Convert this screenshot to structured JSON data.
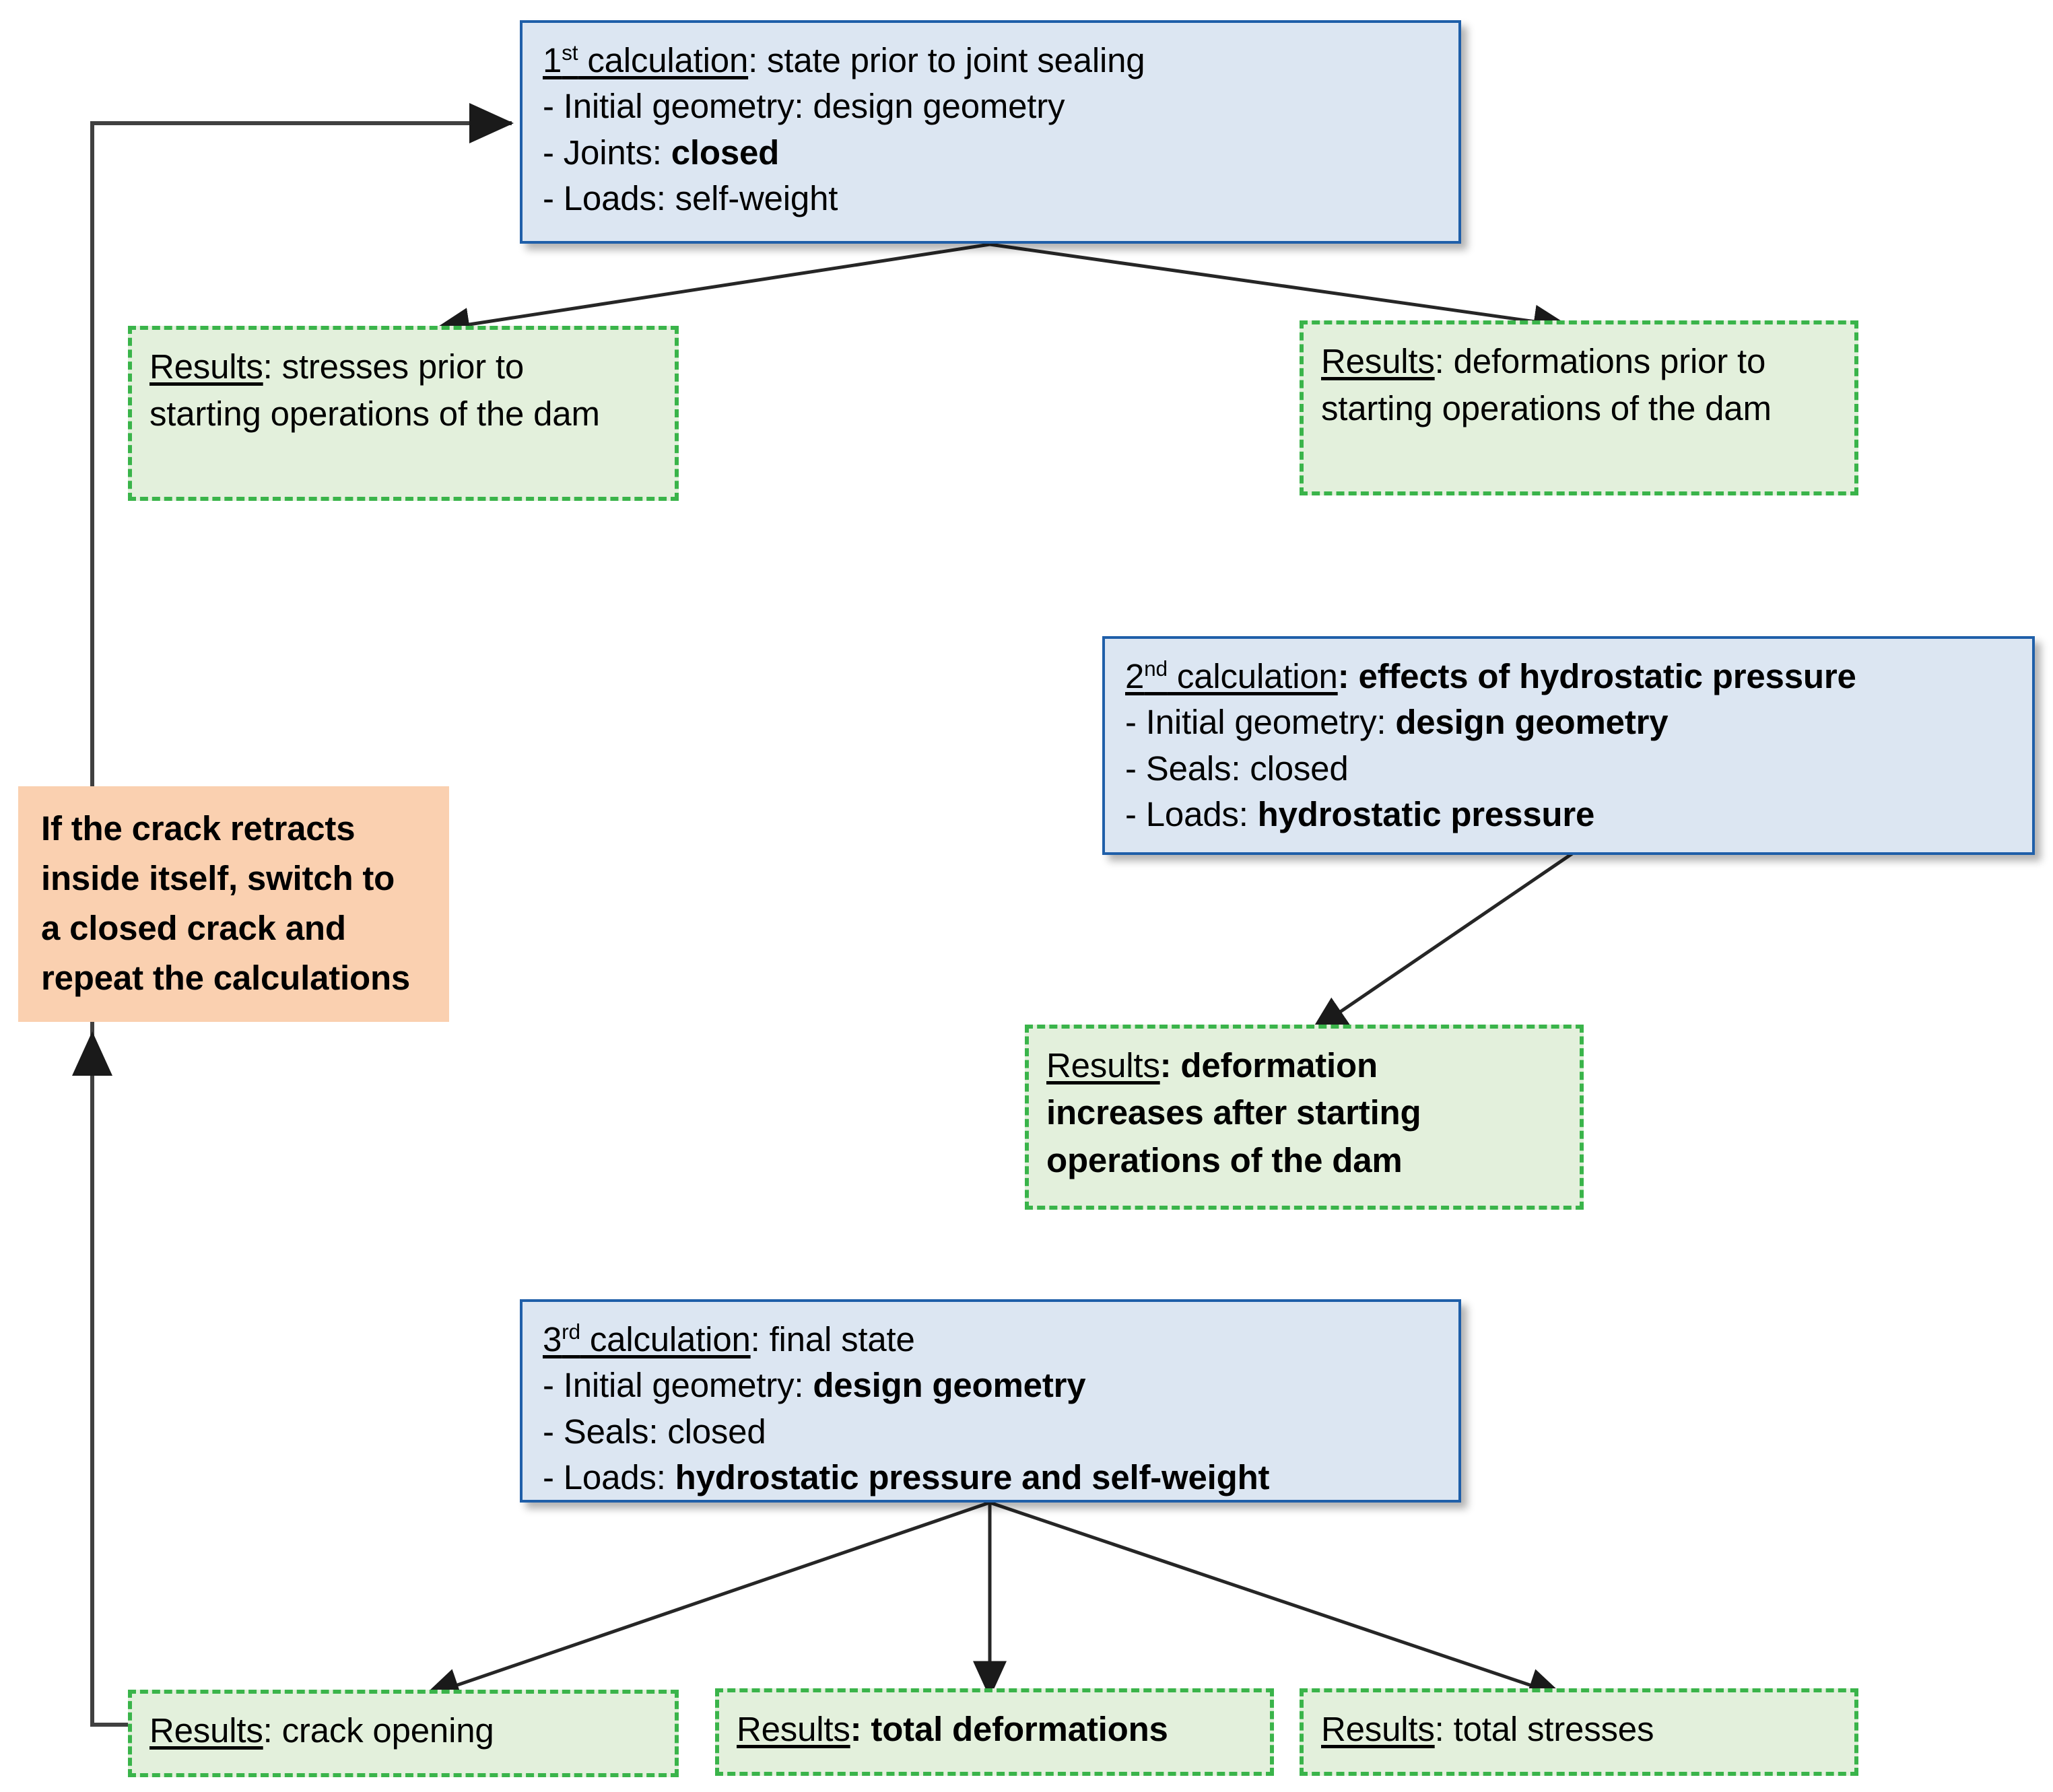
{
  "diagram": {
    "title": "Dam joint-sealing calculation workflow",
    "colors": {
      "calc_fill": "#dce6f2",
      "calc_border": "#1f5fa9",
      "result_fill": "#e3f0dc",
      "result_border": "#3ab44a",
      "note_fill": "#fad0b0",
      "edge": "#404040"
    }
  },
  "calc1": {
    "heading_label": "1",
    "heading_sup": "st",
    "heading_rest": " calculation",
    "heading_value": ": state prior to joint sealing",
    "bullets": [
      {
        "label": "- Initial geometry: ",
        "value": "design geometry",
        "bold": false
      },
      {
        "label": "- Joints: ",
        "value": "closed",
        "bold": true
      },
      {
        "label": "- Loads: ",
        "value": "self-weight",
        "bold": false
      }
    ]
  },
  "calc2": {
    "heading_label": "2",
    "heading_sup": "nd",
    "heading_rest": " calculation",
    "heading_value": ": effects of hydrostatic pressure",
    "heading_value_bold": true,
    "bullets": [
      {
        "label": "- Initial geometry: ",
        "value": "design geometry",
        "bold": true
      },
      {
        "label": "- Seals: ",
        "value": "closed",
        "bold": false
      },
      {
        "label": "- Loads: ",
        "value": "hydrostatic pressure",
        "bold": true
      }
    ]
  },
  "calc3": {
    "heading_label": "3",
    "heading_sup": "rd",
    "heading_rest": " calculation",
    "heading_value": ": final state",
    "heading_value_bold": false,
    "bullets": [
      {
        "label": "- Initial geometry: ",
        "value": "design geometry",
        "bold": true
      },
      {
        "label": "- Seals: ",
        "value": "closed",
        "bold": false
      },
      {
        "label": "- Loads: ",
        "value": "hydrostatic pressure and self-weight",
        "bold": true
      }
    ]
  },
  "results": {
    "stresses_prior": {
      "label": "Results",
      "line1": ": stresses prior to",
      "line2": "starting operations of the dam",
      "bold": false
    },
    "deformations_prior": {
      "label": "Results",
      "line1": ": deformations prior to",
      "line2": "starting operations of the dam",
      "bold": false
    },
    "deformation_increase": {
      "label": "Results",
      "line1": ": deformation",
      "line2": "increases after starting",
      "line3": "operations of the dam",
      "bold": true
    },
    "crack_opening": {
      "label": "Results",
      "line1": ": crack opening",
      "bold": false
    },
    "total_deformations": {
      "label": "Results",
      "line1": ": total deformations",
      "bold": true
    },
    "total_stresses": {
      "label": "Results",
      "line1": ": total stresses",
      "bold": false
    }
  },
  "note": {
    "line1": "If the crack retracts",
    "line2": "inside itself, switch to",
    "line3": "a closed crack and",
    "line4": "repeat the calculations"
  }
}
